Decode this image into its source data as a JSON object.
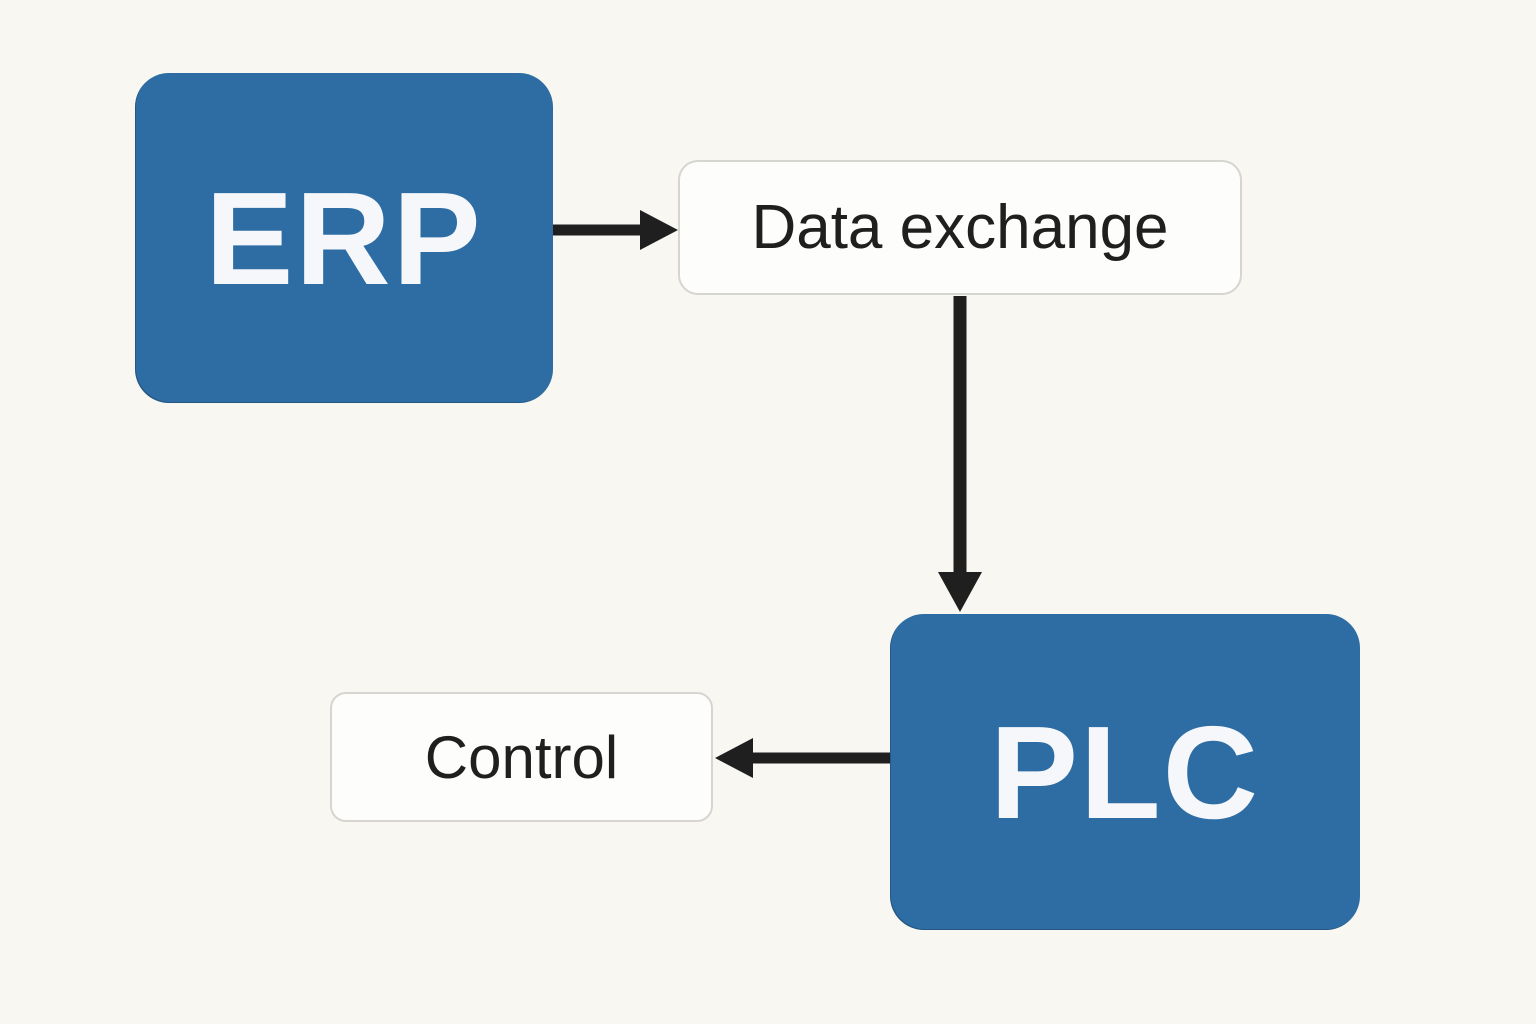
{
  "diagram": {
    "description": "ERP to PLC data flow diagram",
    "nodes": [
      {
        "id": "erp",
        "label": "ERP",
        "kind": "system-block"
      },
      {
        "id": "data-exchange",
        "label": "Data exchange",
        "kind": "process-label"
      },
      {
        "id": "plc",
        "label": "PLC",
        "kind": "system-block"
      },
      {
        "id": "control",
        "label": "Control",
        "kind": "process-label"
      }
    ],
    "edges": [
      {
        "from": "erp",
        "to": "data-exchange",
        "direction": "right"
      },
      {
        "from": "data-exchange",
        "to": "plc",
        "direction": "down"
      },
      {
        "from": "plc",
        "to": "control",
        "direction": "left"
      }
    ],
    "colors": {
      "background": "#f8f7f2",
      "primary_node_fill": "#2e6da4",
      "primary_node_text": "#f5f7fa",
      "secondary_node_fill": "#fdfdfb",
      "secondary_node_border": "#d6d5cf",
      "secondary_node_text": "#1f1f1d",
      "arrow": "#1f1f1f"
    }
  }
}
